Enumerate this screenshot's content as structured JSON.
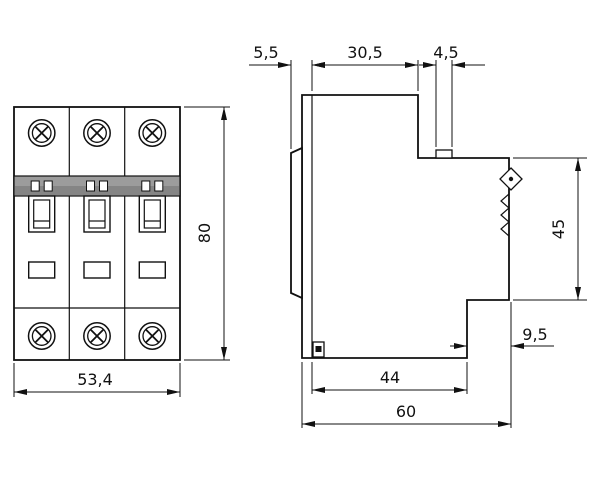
{
  "front_view": {
    "height": "80",
    "width": "53,4"
  },
  "side_view": {
    "front_protrusion": "5,5",
    "top_depth": "30,5",
    "tab_width": "4,5",
    "rail_height": "45",
    "clip_overhang": "9,5",
    "body_depth": "44",
    "total_depth": "60"
  }
}
